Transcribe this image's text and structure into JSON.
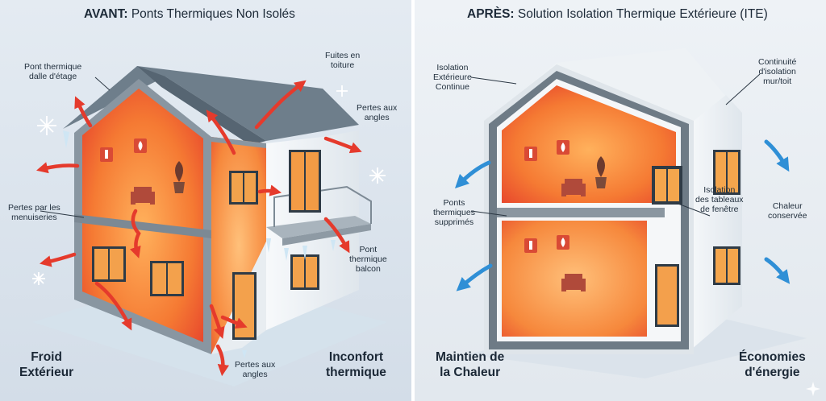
{
  "left_panel": {
    "title_bold": "AVANT:",
    "title_rest": "Ponts Thermiques Non Isolés",
    "labels": {
      "pont_dalle": "Pont thermique\ndalle d'étage",
      "fuites_toiture": "Fuites en\ntoiture",
      "pertes_angles_top": "Pertes aux\nangles",
      "pertes_menuiseries": "Pertes par les\nmenuiseries",
      "pont_balcon": "Pont\nthermique\nbalcon",
      "pertes_angles_bottom": "Pertes aux\nangles"
    },
    "bottom_left": "Froid\nExtérieur",
    "bottom_right": "Inconfort\nthermique"
  },
  "right_panel": {
    "title_bold": "APRÈS:",
    "title_rest": "Solution Isolation Thermique Extérieure (ITE)",
    "labels": {
      "isolation_continue": "Isolation\nExtérieure\nContinue",
      "continuite": "Continuité\nd'isolation\nmur/toit",
      "ponts_supprimes": "Ponts\nthermiques\nsupprimés",
      "isolation_tableaux": "Isolation\ndes tableaux\nde fenêtre",
      "chaleur_conservee": "Chaleur\nconservée"
    },
    "bottom_left": "Maintien de\nla Chaleur",
    "bottom_right": "Économies\nd'énergie"
  },
  "colors": {
    "heat_orange": "#f26a2a",
    "heat_red": "#e23b2e",
    "cold_blue": "#2f8fd6",
    "wall_white": "#f4f6f8",
    "roof_gray": "#6f7f8d",
    "ice_blue": "#bfe0f2"
  },
  "icons": [
    "thermometer-icon",
    "flame-icon",
    "armchair-icon",
    "plant-icon",
    "snowflake-icon",
    "sparkle-icon"
  ]
}
